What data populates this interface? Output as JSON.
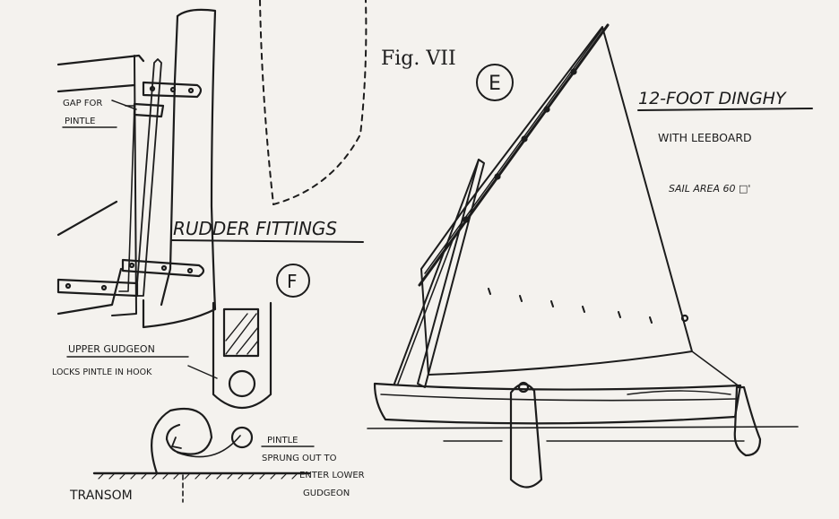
{
  "figure": {
    "number": "Fig. VII",
    "corner_mark": "\""
  },
  "left_drawing": {
    "gap_label_line1": "GAP FOR",
    "gap_label_line2": "PINTLE",
    "title": "RUDDER FITTINGS",
    "marker": "F",
    "upper_gudgeon_line1": "UPPER GUDGEON",
    "upper_gudgeon_line2": "LOCKS PINTLE IN HOOK",
    "pintle_line1": "PINTLE",
    "pintle_line2": "SPRUNG OUT TO",
    "pintle_line3": "ENTER LOWER",
    "pintle_line4": "GUDGEON",
    "transom": "TRANSOM"
  },
  "right_drawing": {
    "marker": "E",
    "title": "12-FOOT DINGHY",
    "subtitle": "WITH LEEBOARD",
    "sail_area": "SAIL AREA  60 □'"
  }
}
